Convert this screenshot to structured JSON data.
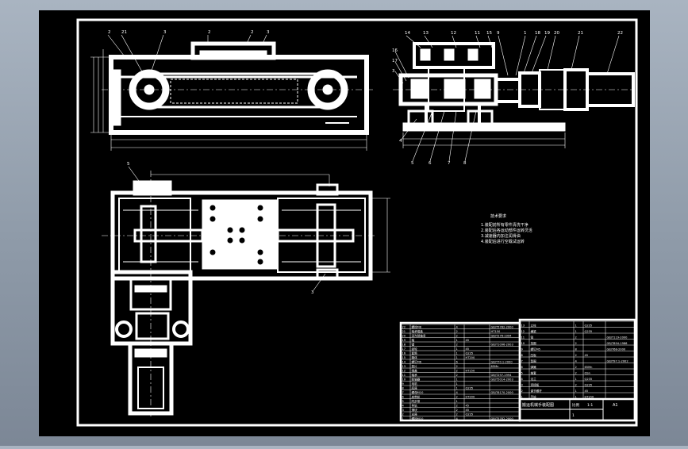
{
  "colors": {
    "paper": "#000000",
    "ink": "#ffffff",
    "backdrop": "#9aa5b2"
  },
  "views": {
    "side_view": {
      "leader_labels": [
        "2",
        "21",
        "3",
        "2",
        "2",
        "3"
      ]
    },
    "front_view": {
      "leader_labels": [
        "14",
        "13",
        "12",
        "11",
        "15",
        "16",
        "17",
        "3",
        "4",
        "5",
        "6",
        "7",
        "8",
        "9",
        "1",
        "18",
        "19",
        "20",
        "21",
        "22"
      ]
    },
    "top_view": {
      "leader_labels": [
        "5",
        "3"
      ]
    }
  },
  "notes": {
    "heading": "技术要求",
    "lines": [
      "1.装配前所有零件清洗干净",
      "2.装配后各运动部件运转灵活",
      "3.减速器内加注润滑油",
      "4.装配后进行空载试运转"
    ]
  },
  "bom": {
    "left_rows": [
      [
        "22",
        "螺栓M8",
        "4",
        "",
        "GB/T5782-2000"
      ],
      [
        "21",
        "轴承端盖",
        "2",
        "",
        "HT150"
      ],
      [
        "20",
        "深沟球轴承",
        "2",
        "",
        "GB/T276-1994"
      ],
      [
        "19",
        "轴",
        "1",
        "45",
        ""
      ],
      [
        "18",
        "键",
        "2",
        "",
        "GB/T1096-2003"
      ],
      [
        "17",
        "齿轮",
        "1",
        "45",
        ""
      ],
      [
        "16",
        "套筒",
        "1",
        "Q235",
        ""
      ],
      [
        "15",
        "箱体",
        "1",
        "HT200",
        ""
      ],
      [
        "14",
        "螺钉M6",
        "6",
        "",
        "GB/T70.1-2000"
      ],
      [
        "13",
        "垫片",
        "2",
        "",
        "65Mn"
      ],
      [
        "12",
        "端盖",
        "2",
        "HT150",
        ""
      ],
      [
        "11",
        "轴承",
        "2",
        "",
        "GB/T297-1994"
      ],
      [
        "10",
        "联轴器",
        "1",
        "",
        "GB/T5014-2003"
      ],
      [
        "9",
        "电机",
        "1",
        "",
        ""
      ],
      [
        "8",
        "底座",
        "1",
        "Q235",
        ""
      ],
      [
        "7",
        "螺母M10",
        "4",
        "",
        "GB/T6170-2000"
      ],
      [
        "6",
        "皮带轮",
        "2",
        "HT200",
        ""
      ],
      [
        "5",
        "同步带",
        "1",
        "",
        ""
      ],
      [
        "4",
        "导轨",
        "2",
        "45",
        ""
      ],
      [
        "3",
        "滑块",
        "2",
        "45",
        ""
      ],
      [
        "2",
        "支座",
        "2",
        "Q235",
        ""
      ],
      [
        "1",
        "螺栓M10",
        "4",
        "",
        "GB/T5782-2000"
      ]
    ],
    "right_rows": [
      [
        "13",
        "立柱",
        "1",
        "Q235",
        ""
      ],
      [
        "12",
        "横梁",
        "1",
        "Q235",
        ""
      ],
      [
        "11",
        "销",
        "2",
        "",
        "GB/T119-2000"
      ],
      [
        "10",
        "挡圈",
        "2",
        "",
        "GB/T894-1986"
      ],
      [
        "9",
        "螺钉M5",
        "8",
        "",
        "GB/T68-2000"
      ],
      [
        "8",
        "压板",
        "2",
        "45",
        ""
      ],
      [
        "7",
        "垫圈",
        "4",
        "",
        "GB/T97.1-2002"
      ],
      [
        "6",
        "弹簧",
        "2",
        "65Mn",
        ""
      ],
      [
        "5",
        "轴套",
        "2",
        "QSn",
        ""
      ],
      [
        "4",
        "法兰",
        "1",
        "Q235",
        ""
      ],
      [
        "3",
        "连接板",
        "2",
        "Q235",
        ""
      ],
      [
        "2",
        "调节螺杆",
        "1",
        "45",
        ""
      ],
      [
        "1",
        "手轮",
        "1",
        "HT150",
        ""
      ]
    ],
    "title_block": {
      "drawing_name": "搬运机械手装配图",
      "scale_label": "比例",
      "scale": "1:1",
      "sheet": "A1",
      "count": "1"
    }
  }
}
